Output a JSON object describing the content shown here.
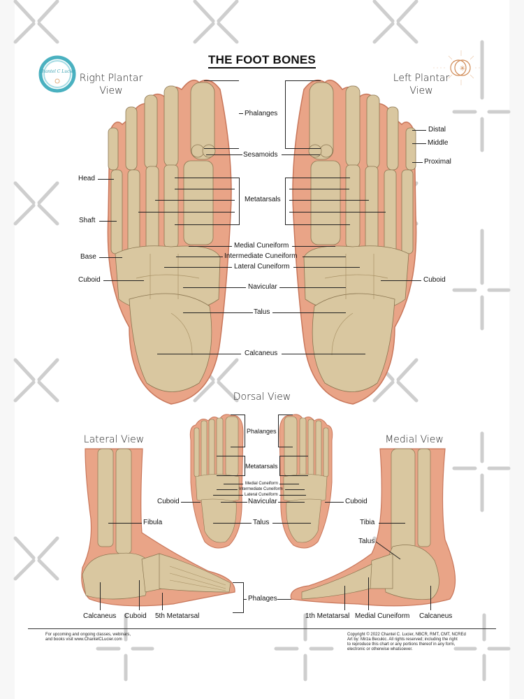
{
  "title": "THE FOOT BONES",
  "colors": {
    "skin": "#e9a487",
    "skin_edge": "#c8765a",
    "bone": "#d9c7a0",
    "bone_shadow": "#a99266",
    "watermark": "#c8c8c8",
    "logo_teal": "#2aa3b5",
    "logo_gold": "#d89a5e"
  },
  "views": {
    "right_plantar": "Right Plantar\nView",
    "right_plantar_line1": "Right Plantar",
    "right_plantar_line2": "View",
    "left_plantar_line1": "Left Plantar",
    "left_plantar_line2": "View",
    "dorsal": "Dorsal View",
    "lateral": "Lateral View",
    "medial": "Medial View"
  },
  "plantar_labels": {
    "center": [
      "Phalanges",
      "Sesamoids",
      "Metatarsals",
      "Medial Cuneiform",
      "Intermediate Cuneiform",
      "Lateral Cuneiform",
      "Navicular",
      "Talus",
      "Calcaneus"
    ],
    "left_side": [
      "Head",
      "Shaft",
      "Base",
      "Cuboid"
    ],
    "right_side": [
      "Distal",
      "Middle",
      "Proximal",
      "Cuboid"
    ]
  },
  "dorsal_labels": {
    "center": [
      "Phalanges",
      "Metatarsals",
      "Medial Cuneiform",
      "Intermediate Cuneiform",
      "Lateral Cuneiform",
      "Navicular",
      "Talus"
    ],
    "left": "Cuboid",
    "right": "Cuboid"
  },
  "lateral_labels": [
    "Fibula",
    "Calcaneus",
    "Cuboid",
    "5th Metatarsal"
  ],
  "medial_labels": [
    "Tibia",
    "Talus",
    "1th Metatarsal",
    "Medial Cuneiform",
    "Calcaneus"
  ],
  "shared_label": "Phalages",
  "footer": {
    "left_line1": "For upcoming and ongoing classes, webinars,",
    "left_line2": "and books visit www.ChantelCLucier.com",
    "right_line1": "Copyright  © 2022 Chantel C. Lucier, NBCR, RMT, CMT, NCREd",
    "right_line2": "Art by: Mirza Becukic.  All rights reserved; including the right",
    "right_line3": "to reproduce this chart or any portions thereof in any form,",
    "right_line4": "electronic or otherwise whatsoever."
  },
  "logo_left_text": "Chantel C Lucier"
}
